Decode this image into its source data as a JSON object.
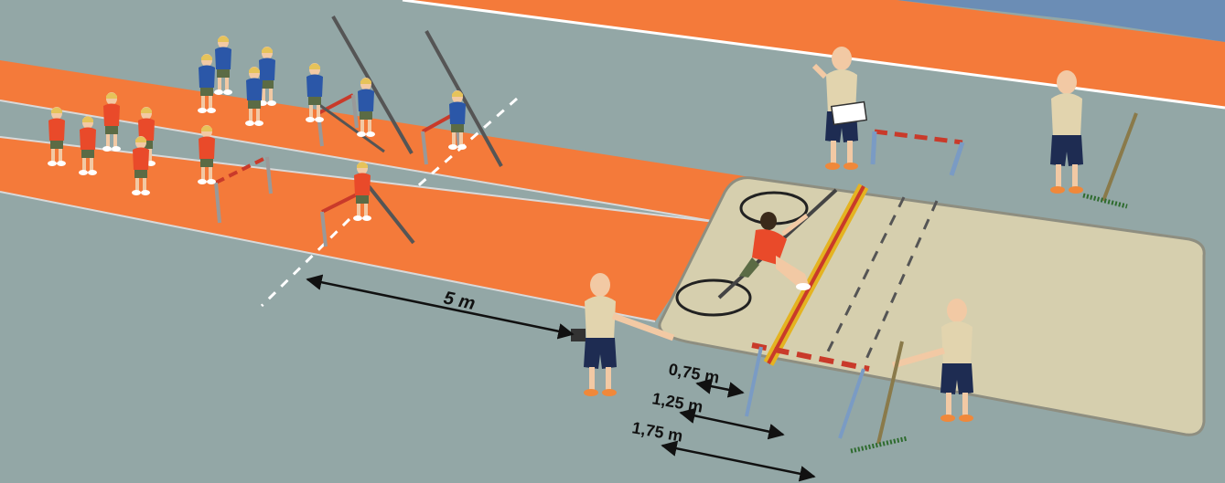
{
  "labels": {
    "run_distance": "5 m",
    "mark_1": "0,75 m",
    "mark_2": "1,25 m",
    "mark_3": "1,75 m"
  },
  "colors": {
    "track_orange": "#F47A3A",
    "field_grey": "#93A7A6",
    "sand_pit": "#D6CFAE",
    "team_red": "#E94A2A",
    "team_blue": "#2B57A8",
    "coach_shirt": "#E2D4AE",
    "coach_shorts": "#1E2C52",
    "takeoff_yellow": "#E4B321",
    "takeoff_red": "#C93A2A"
  },
  "icons": [
    "pole-icon",
    "hurdle-icon",
    "rake-icon",
    "clipboard-icon",
    "hoop-icon",
    "arrow-icon"
  ]
}
